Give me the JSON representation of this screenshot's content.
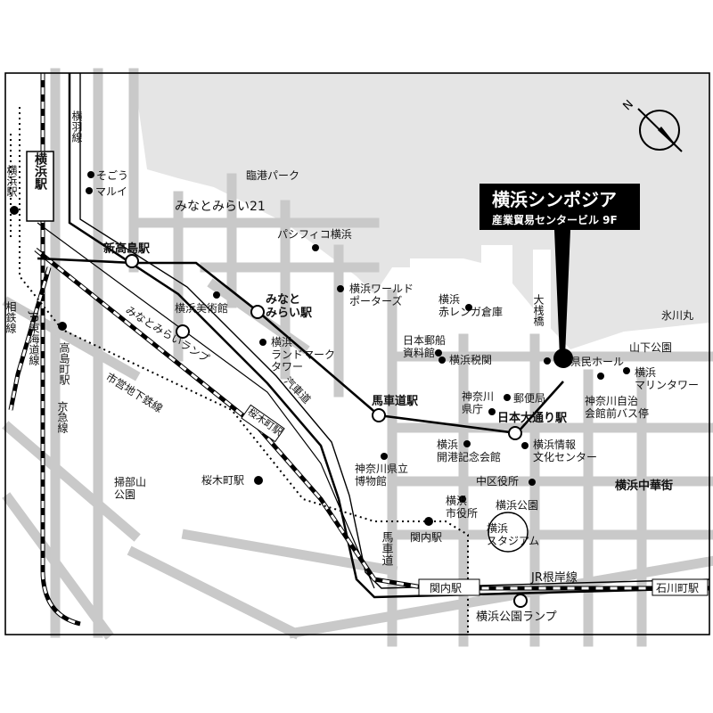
{
  "colors": {
    "frame": "#000000",
    "road": "#c8c8c8",
    "water": "#e6e6e6",
    "line": "#000000",
    "callout_bg": "#000000",
    "callout_text": "#ffffff"
  },
  "callout": {
    "title": "横浜シンポジア",
    "subtitle": "産業貿易センタービル 9F"
  },
  "compass": {
    "label": "N"
  },
  "stations": {
    "yokohama_box": "横浜駅",
    "yokohama_left": "横浜駅",
    "shintakashima": "新高島駅",
    "minatomirai": "みなと\nみらい駅",
    "bashamichi": "馬車道駅",
    "nihon_odori": "日本大通り駅",
    "sakuragicho_box": "桜木町駅",
    "sakuragicho": "桜木町駅",
    "kannai": "関内駅",
    "kannai_box": "関内駅",
    "ishikawacho_box": "石川町駅",
    "takashimacho": "高島町駅"
  },
  "lines": {
    "yokohama_line": "横羽線",
    "sotetsu": "相鉄線",
    "jr_tokaido": "JR東海道線",
    "keikyu": "京急線",
    "subway": "市営地下鉄線",
    "minatomirai_ramp": "みなとみらいランプ",
    "kisha_michi": "汽車道",
    "bashamichi_st": "馬車道",
    "jr_negishi": "JR根岸線",
    "yokohama_koen_ramp": "横浜公園ランプ"
  },
  "places": {
    "sogo": "そごう",
    "marui": "マルイ",
    "rinko_park": "臨港パーク",
    "mm21": "みなとみらい21",
    "pacifico": "パシフィコ横浜",
    "world_porters": "横浜ワールド\nポーターズ",
    "red_brick": "横浜\n赤レンガ倉庫",
    "museum": "横浜美術館",
    "landmark": "横浜\nランドマーク\nタワー",
    "nyk": "日本郵船\n資料館",
    "customs": "横浜税関",
    "osanbashi": "大\n桟\n橋",
    "hikawamaru": "氷川丸",
    "yamashita_park": "山下公園",
    "kenmin_hall": "県民ホール",
    "marine_tower": "横浜\nマリンタワー",
    "kaikan_bus": "神奈川自治\n会館前バス停",
    "kanagawa_pref": "神奈川\n県庁",
    "post_office": "郵便局",
    "kaiko": "横浜\n開港記念会館",
    "joho_center": "横浜情報\n文化センター",
    "naka_ward": "中区役所",
    "chinatown": "横浜中華街",
    "museum_hist": "神奈川県立\n博物館",
    "city_hall": "横浜\n市役所",
    "yokohama_park": "横浜公園",
    "stadium": "横浜\nスタジアム",
    "kamonyama": "掃部山\n公園"
  }
}
